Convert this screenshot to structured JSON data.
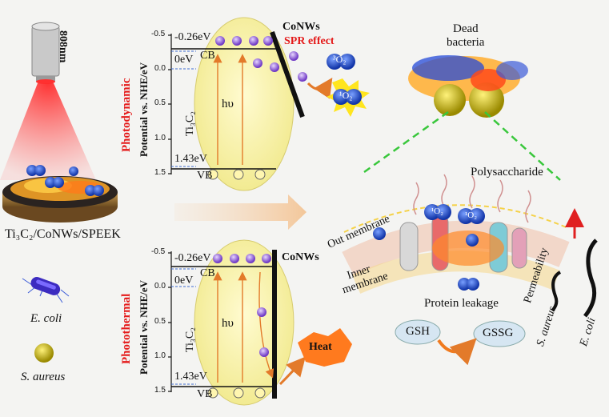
{
  "left": {
    "laser_label": "808nm",
    "material_label": "Ti₃C₂/CoNWs/SPEEK",
    "ecoli_label": "E. coli",
    "saureus_label": "S. aureus"
  },
  "top_panel": {
    "mode_label": "Photodynamic",
    "axis_label": "Potential vs. NHE/eV",
    "ticks": [
      "-0.5",
      "0.0",
      "0.5",
      "1.0",
      "1.5"
    ],
    "cb_level": "-0.26eV",
    "zero_level": "0eV",
    "vb_level": "1.43eV",
    "cb_label": "CB",
    "vb_label": "VB",
    "material": "Ti₃C₂",
    "hv": "hυ",
    "conws": "CoNWs",
    "spr": "SPR effect",
    "triplet_o2": "³O₂",
    "singlet_o2": "¹O₂"
  },
  "bottom_panel": {
    "mode_label": "Photothermal",
    "axis_label": "Potential vs. NHE/eV",
    "ticks": [
      "-0.5",
      "0.0",
      "0.5",
      "1.0",
      "1.5"
    ],
    "cb_level": "-0.26eV",
    "zero_level": "0eV",
    "vb_level": "1.43eV",
    "cb_label": "CB",
    "vb_label": "VB",
    "material": "Ti₃C₂",
    "hv": "hυ",
    "conws": "CoNWs",
    "heat": "Heat"
  },
  "right": {
    "dead_bacteria_1": "Dead",
    "dead_bacteria_2": "bacteria",
    "polysaccharide": "Polysaccharide",
    "out_membrane": "Out membrane",
    "inner_membrane_1": "Inner",
    "inner_membrane_2": "membrane",
    "protein_leakage": "Protein leakage",
    "permeability": "Permeability",
    "s_aureus": "S. aureus",
    "e_coli": "E. coli",
    "gsh": "GSH",
    "gssg": "GSSG",
    "o2_label": "¹O₂"
  },
  "colors": {
    "red_label": "#e41a1a",
    "ellipse": "#f8f2a8",
    "electron": "#8a55d6",
    "o2": "#1f4fd0",
    "arrow": "#e37a2a",
    "dashed_green": "#39c73c"
  }
}
